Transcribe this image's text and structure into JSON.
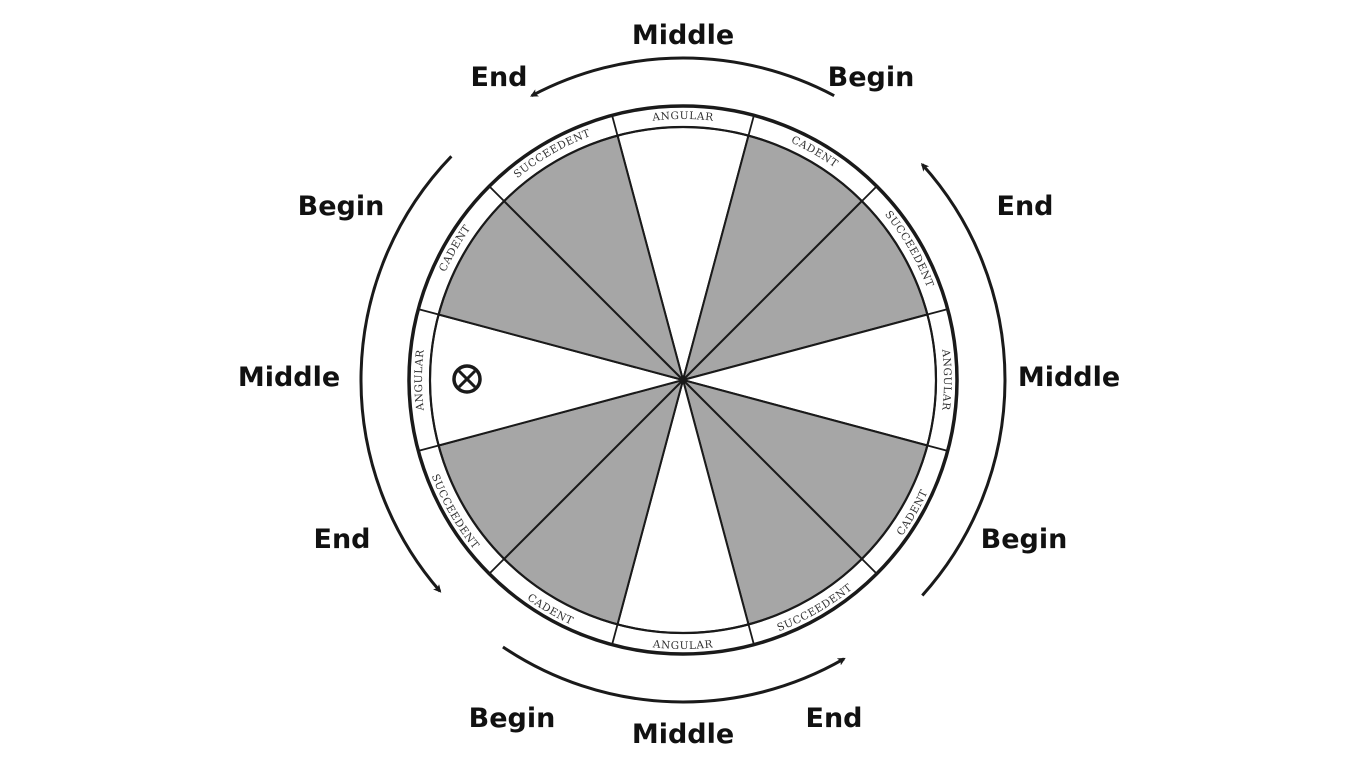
{
  "colors": {
    "shaded_sector": "#a6a6a6",
    "unshaded_sector": "#ffffff",
    "line": "#1a1a1a",
    "text": "#111111"
  },
  "houses": [
    {
      "type": "ANGULAR",
      "shaded": false
    },
    {
      "type": "CADENT",
      "shaded": true
    },
    {
      "type": "SUCCEEDENT",
      "shaded": true
    },
    {
      "type": "ANGULAR",
      "shaded": false
    },
    {
      "type": "CADENT",
      "shaded": true
    },
    {
      "type": "SUCCEEDENT",
      "shaded": true
    },
    {
      "type": "ANGULAR",
      "shaded": false
    },
    {
      "type": "CADENT",
      "shaded": true
    },
    {
      "type": "SUCCEEDENT",
      "shaded": true
    },
    {
      "type": "ANGULAR",
      "shaded": false
    },
    {
      "type": "CADENT",
      "shaded": true
    },
    {
      "type": "SUCCEEDENT",
      "shaded": true
    }
  ],
  "phase_groups": {
    "top": {
      "begin": "Begin",
      "middle": "Middle",
      "end": "End"
    },
    "right": {
      "begin": "Begin",
      "middle": "Middle",
      "end": "End"
    },
    "bottom": {
      "begin": "Begin",
      "middle": "Middle",
      "end": "End"
    },
    "left": {
      "begin": "Begin",
      "middle": "Middle",
      "end": "End"
    }
  },
  "marker_icon": "circled-x-symbol"
}
